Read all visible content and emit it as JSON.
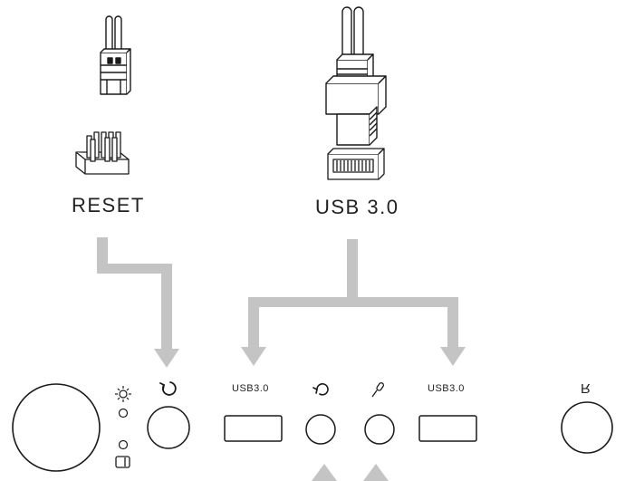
{
  "labels": {
    "reset": "RESET",
    "usb_main": "USB 3.0",
    "usb_port_left": "USB3.0",
    "usb_port_right": "USB3.0",
    "card_reader": "R"
  },
  "icons": [
    "reset-jumper-cable-icon",
    "reset-pin-header-icon",
    "usb3-cable-connector-icon",
    "usb3-header-socket-icon",
    "power-led-icon",
    "hdd-led-icon",
    "reset-symbol-icon",
    "headphone-icon",
    "microphone-icon"
  ],
  "colors": {
    "arrow": "#c4c4c4",
    "line": "#1a1a1a",
    "text": "#222222"
  }
}
